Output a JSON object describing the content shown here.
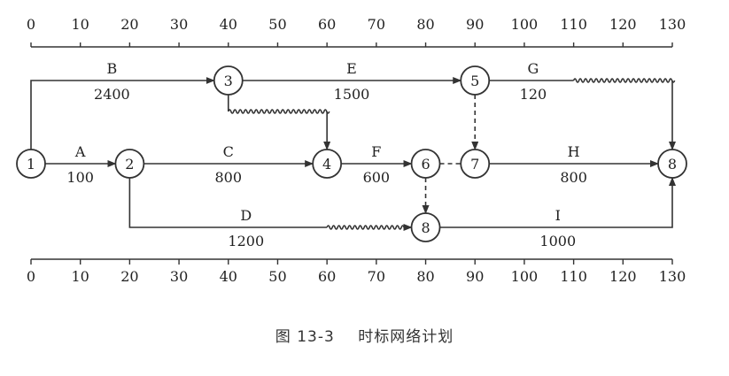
{
  "axis": {
    "min": 0,
    "max": 130,
    "step": 10,
    "ticks": [
      "0",
      "10",
      "20",
      "30",
      "40",
      "50",
      "60",
      "70",
      "80",
      "90",
      "100",
      "110",
      "120",
      "130"
    ]
  },
  "nodes": [
    {
      "id": "n1",
      "label": "1",
      "t": 0,
      "row": "mid"
    },
    {
      "id": "n2",
      "label": "2",
      "t": 20,
      "row": "mid"
    },
    {
      "id": "n3",
      "label": "3",
      "t": 40,
      "row": "top"
    },
    {
      "id": "n4",
      "label": "4",
      "t": 60,
      "row": "mid"
    },
    {
      "id": "n5",
      "label": "5",
      "t": 90,
      "row": "top"
    },
    {
      "id": "n6",
      "label": "6",
      "t": 80,
      "row": "mid"
    },
    {
      "id": "n7",
      "label": "7",
      "t": 90,
      "row": "mid"
    },
    {
      "id": "n8a",
      "label": "8",
      "t": 130,
      "row": "mid"
    },
    {
      "id": "n8b",
      "label": "8",
      "t": 80,
      "row": "bot"
    }
  ],
  "activities": [
    {
      "name": "A",
      "value": "100",
      "from": "n1",
      "to": "n2"
    },
    {
      "name": "B",
      "value": "2400",
      "from": "n1",
      "to": "n3"
    },
    {
      "name": "C",
      "value": "800",
      "from": "n2",
      "to": "n4"
    },
    {
      "name": "D",
      "value": "1200",
      "from": "n2",
      "to": "n8b",
      "end": 60
    },
    {
      "name": "E",
      "value": "1500",
      "from": "n3",
      "to": "n5"
    },
    {
      "name": "F",
      "value": "600",
      "from": "n4",
      "to": "n6"
    },
    {
      "name": "G",
      "value": "120",
      "from": "n5",
      "to": "n8a",
      "end": 110
    },
    {
      "name": "H",
      "value": "800",
      "from": "n7",
      "to": "n8a"
    },
    {
      "name": "I",
      "value": "1000",
      "from": "n8b",
      "to": "n8a"
    }
  ],
  "dummies": [
    {
      "from": "n3",
      "to": "n4",
      "style": "wavy"
    },
    {
      "from": "n5",
      "to": "n7",
      "style": "dashed"
    },
    {
      "from": "n6",
      "to": "n7",
      "style": "dashed"
    },
    {
      "from": "n6",
      "to": "n8b",
      "style": "dashed"
    }
  ],
  "caption": {
    "figure": "图 13-3",
    "title": "时标网络计划"
  }
}
